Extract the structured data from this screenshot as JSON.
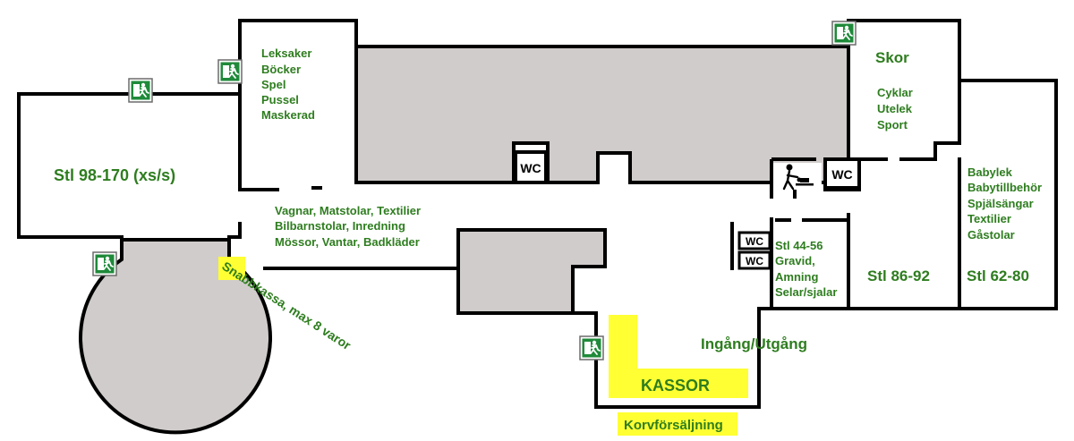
{
  "colors": {
    "wall": "#000000",
    "block": "#d0cccb",
    "label": "#2e7d1f",
    "highlight": "#ffff33",
    "exit_sign": "#1f8a3a"
  },
  "zones": {
    "sizes_98_170": "Stl 98-170 (xs/s)",
    "toys": [
      "Leksaker",
      "Böcker",
      "Spel",
      "Pussel",
      "Maskerad"
    ],
    "shoes": "Skor",
    "outdoor": [
      "Cyklar",
      "Utelek",
      "Sport"
    ],
    "baby": [
      "Babylek",
      "Babytillbehör",
      "Spjälsängar",
      "Textilier",
      "Gåstolar"
    ],
    "prams": [
      "Vagnar, Matstolar, Textilier",
      "Bilbarnstolar, Inredning",
      "Mössor, Vantar, Badkläder"
    ],
    "maternity": [
      "Stl 44-56",
      "Gravid,",
      "Amning",
      "Selar/sjalar"
    ],
    "sizes_86_92": "Stl 86-92",
    "sizes_62_80": "Stl 62-80",
    "entrance": "Ingång/Utgång",
    "checkout": "KASSOR",
    "express_checkout": "Snabbkassa, max 8 varor",
    "hotdogs": "Korvförsäljning"
  },
  "facilities": {
    "wc_label": "WC"
  },
  "icons": {
    "exit": "emergency-exit-icon",
    "changing_table": "baby-changing-icon"
  }
}
